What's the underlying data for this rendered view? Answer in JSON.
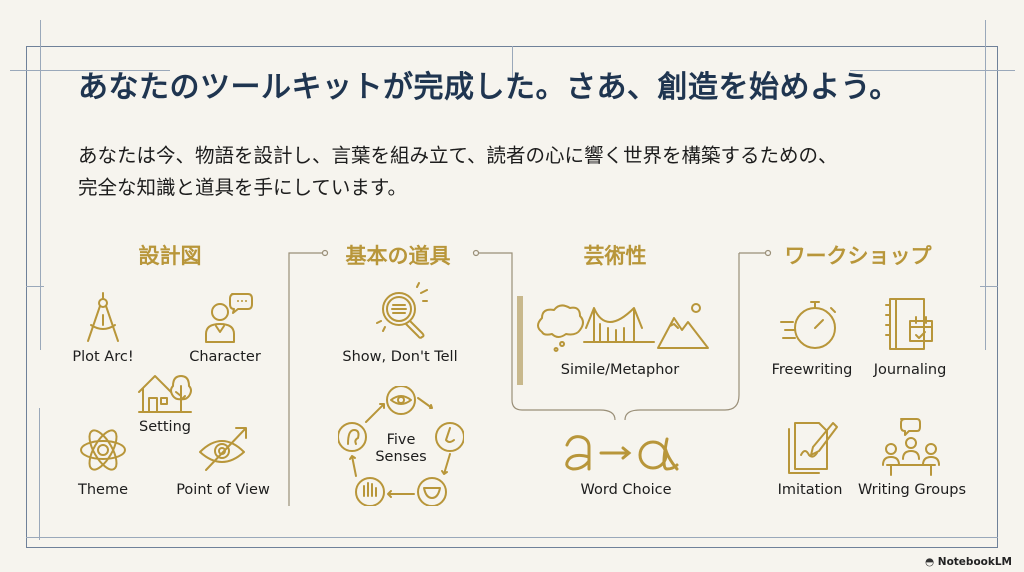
{
  "title": "あなたのツールキットが完成した。さあ、創造を始めよう。",
  "subtitle": {
    "line1": "あなたは今、物語を設計し、言葉を組み立て、読者の心に響く世界を構築するための、",
    "line2": "完全な知識と道具を手にしています。"
  },
  "sections": [
    {
      "heading": "設計図",
      "items": [
        "Plot Arc!",
        "Character",
        "Setting",
        "Theme",
        "Point of View"
      ]
    },
    {
      "heading": "基本の道具",
      "items": [
        "Show, Don't Tell",
        "Five",
        "Senses"
      ]
    },
    {
      "heading": "芸術性",
      "items": [
        "Simile/Metaphor",
        "Word Choice"
      ]
    },
    {
      "heading": "ワークショップ",
      "items": [
        "Freewriting",
        "Journaling",
        "Imitation",
        "Writing Groups"
      ]
    }
  ],
  "brand": "NotebookLM",
  "colors": {
    "title": "#1f3550",
    "accent": "#b8963a",
    "background": "#f6f4ee",
    "frame": "#6f8199"
  }
}
